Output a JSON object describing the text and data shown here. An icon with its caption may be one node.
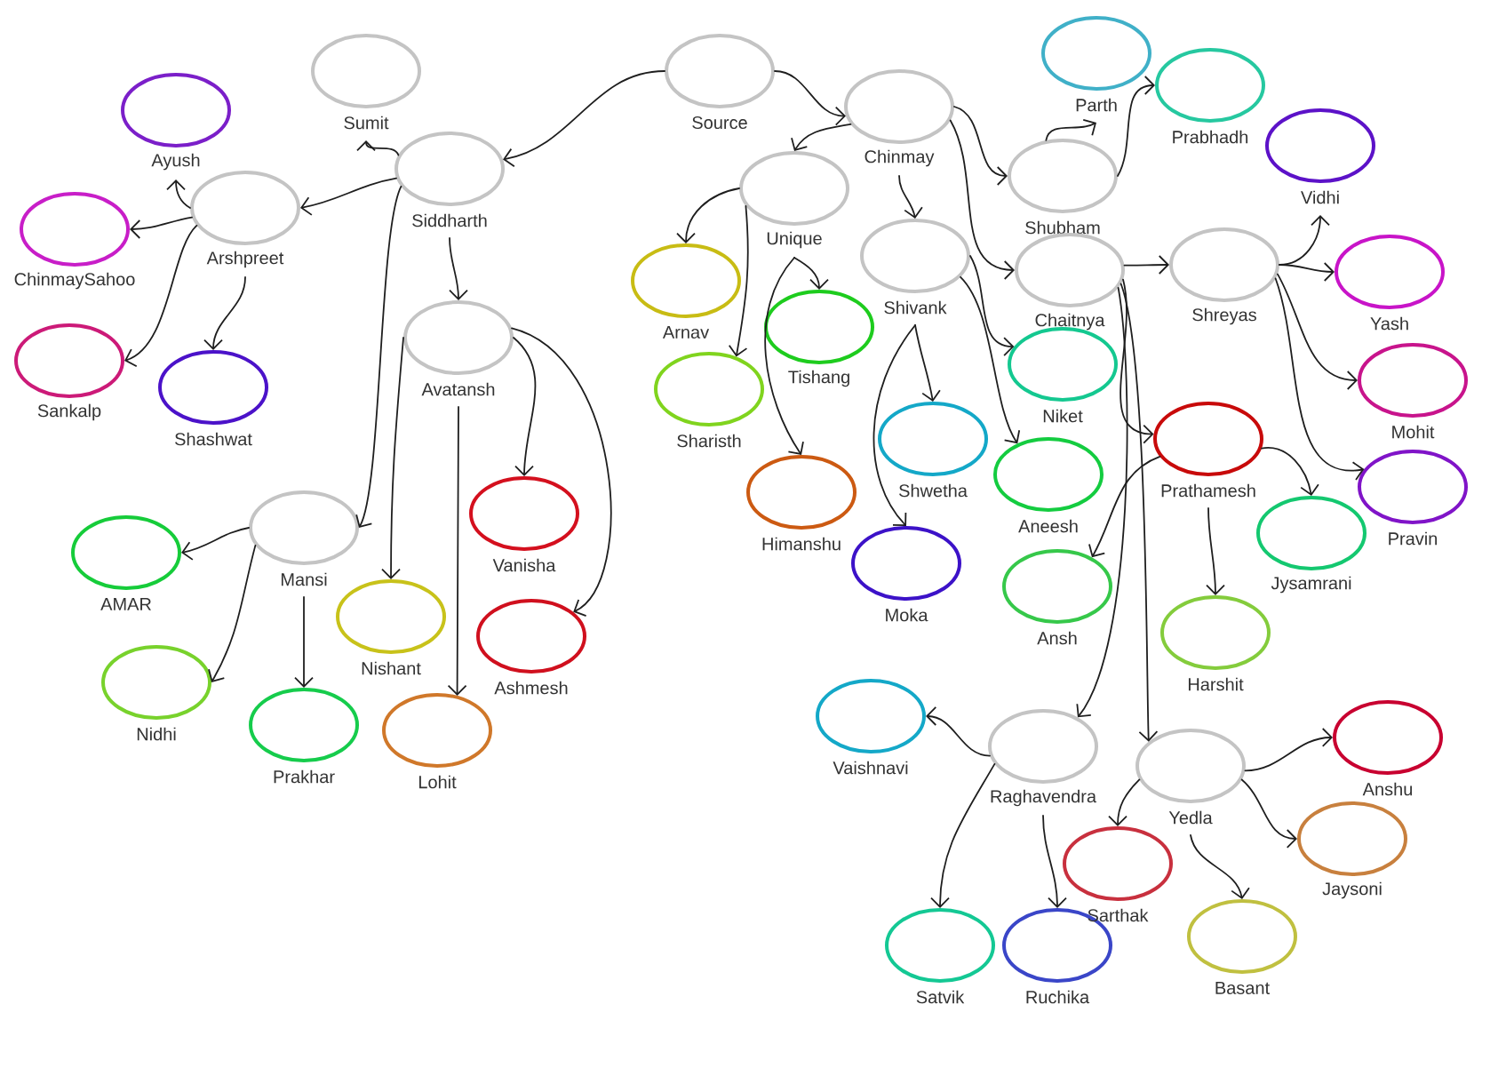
{
  "diagram": {
    "nodes": [
      {
        "text": [
          "Source"
        ]
      },
      {
        "text": [
          "Siddharth"
        ]
      },
      {
        "text": [
          "Sumit"
        ]
      },
      {
        "text": [
          "Arshpreet"
        ]
      },
      {
        "text": [
          "Ayush"
        ]
      },
      {
        "text": [
          "ChinmaySahoo"
        ]
      },
      {
        "text": [
          "Sankalp"
        ]
      },
      {
        "text": [
          "Shashwat"
        ]
      },
      {
        "text": [
          "Avatansh"
        ]
      },
      {
        "text": [
          "Vanisha"
        ]
      },
      {
        "text": [
          "Ashmesh"
        ]
      },
      {
        "text": [
          "Nishant"
        ]
      },
      {
        "text": [
          "Lohit"
        ]
      },
      {
        "text": [
          "Mansi"
        ]
      },
      {
        "text": [
          "AMAR"
        ]
      },
      {
        "text": [
          "Nidhi"
        ]
      },
      {
        "text": [
          "Prakhar"
        ]
      },
      {
        "text": [
          "Chinmay"
        ]
      },
      {
        "text": [
          "Unique"
        ]
      },
      {
        "text": [
          "Arnav"
        ]
      },
      {
        "text": [
          "Sharisth"
        ]
      },
      {
        "text": [
          "Tishang"
        ]
      },
      {
        "text": [
          "Himanshu"
        ]
      },
      {
        "text": [
          "Shivank"
        ]
      },
      {
        "text": [
          "Shwetha"
        ]
      },
      {
        "text": [
          "Moka"
        ]
      },
      {
        "text": [
          "Niket"
        ]
      },
      {
        "text": [
          "Aneesh"
        ]
      },
      {
        "text": [
          "Shubham"
        ]
      },
      {
        "text": [
          "Parth"
        ]
      },
      {
        "text": [
          "Prabhadh"
        ]
      },
      {
        "text": [
          "Chaitnya"
        ]
      },
      {
        "text": [
          "Shreyas"
        ]
      },
      {
        "text": [
          "Vidhi"
        ]
      },
      {
        "text": [
          "Yash"
        ]
      },
      {
        "text": [
          "Mohit"
        ]
      },
      {
        "text": [
          "Pravin"
        ]
      },
      {
        "text": [
          "Prathamesh"
        ]
      },
      {
        "text": [
          "Ansh"
        ]
      },
      {
        "text": [
          "Jysamrani"
        ]
      },
      {
        "text": [
          "Harshit"
        ]
      },
      {
        "text": [
          "Raghavendra"
        ]
      },
      {
        "text": [
          "Vaishnavi"
        ]
      },
      {
        "text": [
          "Satvik"
        ]
      },
      {
        "text": [
          "Ruchika"
        ]
      },
      {
        "text": [
          "Yedla"
        ]
      },
      {
        "text": [
          "Sarthak"
        ]
      },
      {
        "text": [
          "Anshu"
        ]
      },
      {
        "text": [
          "Jaysoni"
        ]
      },
      {
        "text": [
          "Basant"
        ]
      }
    ],
    "edges": [
      {
        "from": 0,
        "to": 1,
        "arrow": "to"
      },
      {
        "from": 0,
        "to": 17,
        "arrow": "to"
      },
      {
        "from": 1,
        "to": 2,
        "arrow": "to"
      },
      {
        "from": 1,
        "to": 3,
        "arrow": "to"
      },
      {
        "from": 1,
        "to": 8,
        "arrow": "to"
      },
      {
        "from": 1,
        "to": 13,
        "arrow": "to"
      },
      {
        "from": 3,
        "to": 4,
        "arrow": "to"
      },
      {
        "from": 3,
        "to": 5,
        "arrow": "to"
      },
      {
        "from": 3,
        "to": 6,
        "arrow": "to"
      },
      {
        "from": 3,
        "to": 7,
        "arrow": "to"
      },
      {
        "from": 8,
        "to": 9,
        "arrow": "to"
      },
      {
        "from": 8,
        "to": 10,
        "arrow": "to"
      },
      {
        "from": 8,
        "to": 11,
        "arrow": "to"
      },
      {
        "from": 8,
        "to": 12,
        "arrow": "to"
      },
      {
        "from": 13,
        "to": 14,
        "arrow": "to"
      },
      {
        "from": 13,
        "to": 15,
        "arrow": "to"
      },
      {
        "from": 13,
        "to": 16,
        "arrow": "to"
      },
      {
        "from": 17,
        "to": 18,
        "arrow": "to"
      },
      {
        "from": 17,
        "to": 23,
        "arrow": "to"
      },
      {
        "from": 17,
        "to": 28,
        "arrow": "to"
      },
      {
        "from": 17,
        "to": 31,
        "arrow": "to"
      },
      {
        "from": 18,
        "to": 19,
        "arrow": "to"
      },
      {
        "from": 18,
        "to": 20,
        "arrow": "to"
      },
      {
        "from": 18,
        "to": 21,
        "arrow": "to"
      },
      {
        "from": 18,
        "to": 22,
        "arrow": "to"
      },
      {
        "from": 23,
        "to": 24,
        "arrow": "to"
      },
      {
        "from": 23,
        "to": 25,
        "arrow": "to"
      },
      {
        "from": 23,
        "to": 26,
        "arrow": "to"
      },
      {
        "from": 23,
        "to": 27,
        "arrow": "to"
      },
      {
        "from": 28,
        "to": 29,
        "arrow": "to"
      },
      {
        "from": 28,
        "to": 30,
        "arrow": "to"
      },
      {
        "from": 31,
        "to": 32,
        "arrow": "to"
      },
      {
        "from": 31,
        "to": 37,
        "arrow": "to"
      },
      {
        "from": 31,
        "to": 41,
        "arrow": "to"
      },
      {
        "from": 31,
        "to": 45,
        "arrow": "to"
      },
      {
        "from": 32,
        "to": 33,
        "arrow": "to"
      },
      {
        "from": 32,
        "to": 34,
        "arrow": "to"
      },
      {
        "from": 32,
        "to": 35,
        "arrow": "to"
      },
      {
        "from": 32,
        "to": 36,
        "arrow": "to"
      },
      {
        "from": 37,
        "to": 38,
        "arrow": "to"
      },
      {
        "from": 37,
        "to": 39,
        "arrow": "to"
      },
      {
        "from": 37,
        "to": 40,
        "arrow": "to"
      },
      {
        "from": 41,
        "to": 42,
        "arrow": "to"
      },
      {
        "from": 41,
        "to": 43,
        "arrow": "to"
      },
      {
        "from": 41,
        "to": 44,
        "arrow": "to"
      },
      {
        "from": 45,
        "to": 46,
        "arrow": "to"
      },
      {
        "from": 45,
        "to": 47,
        "arrow": "to"
      },
      {
        "from": 45,
        "to": 48,
        "arrow": "to"
      },
      {
        "from": 45,
        "to": 49,
        "arrow": "to"
      }
    ]
  }
}
